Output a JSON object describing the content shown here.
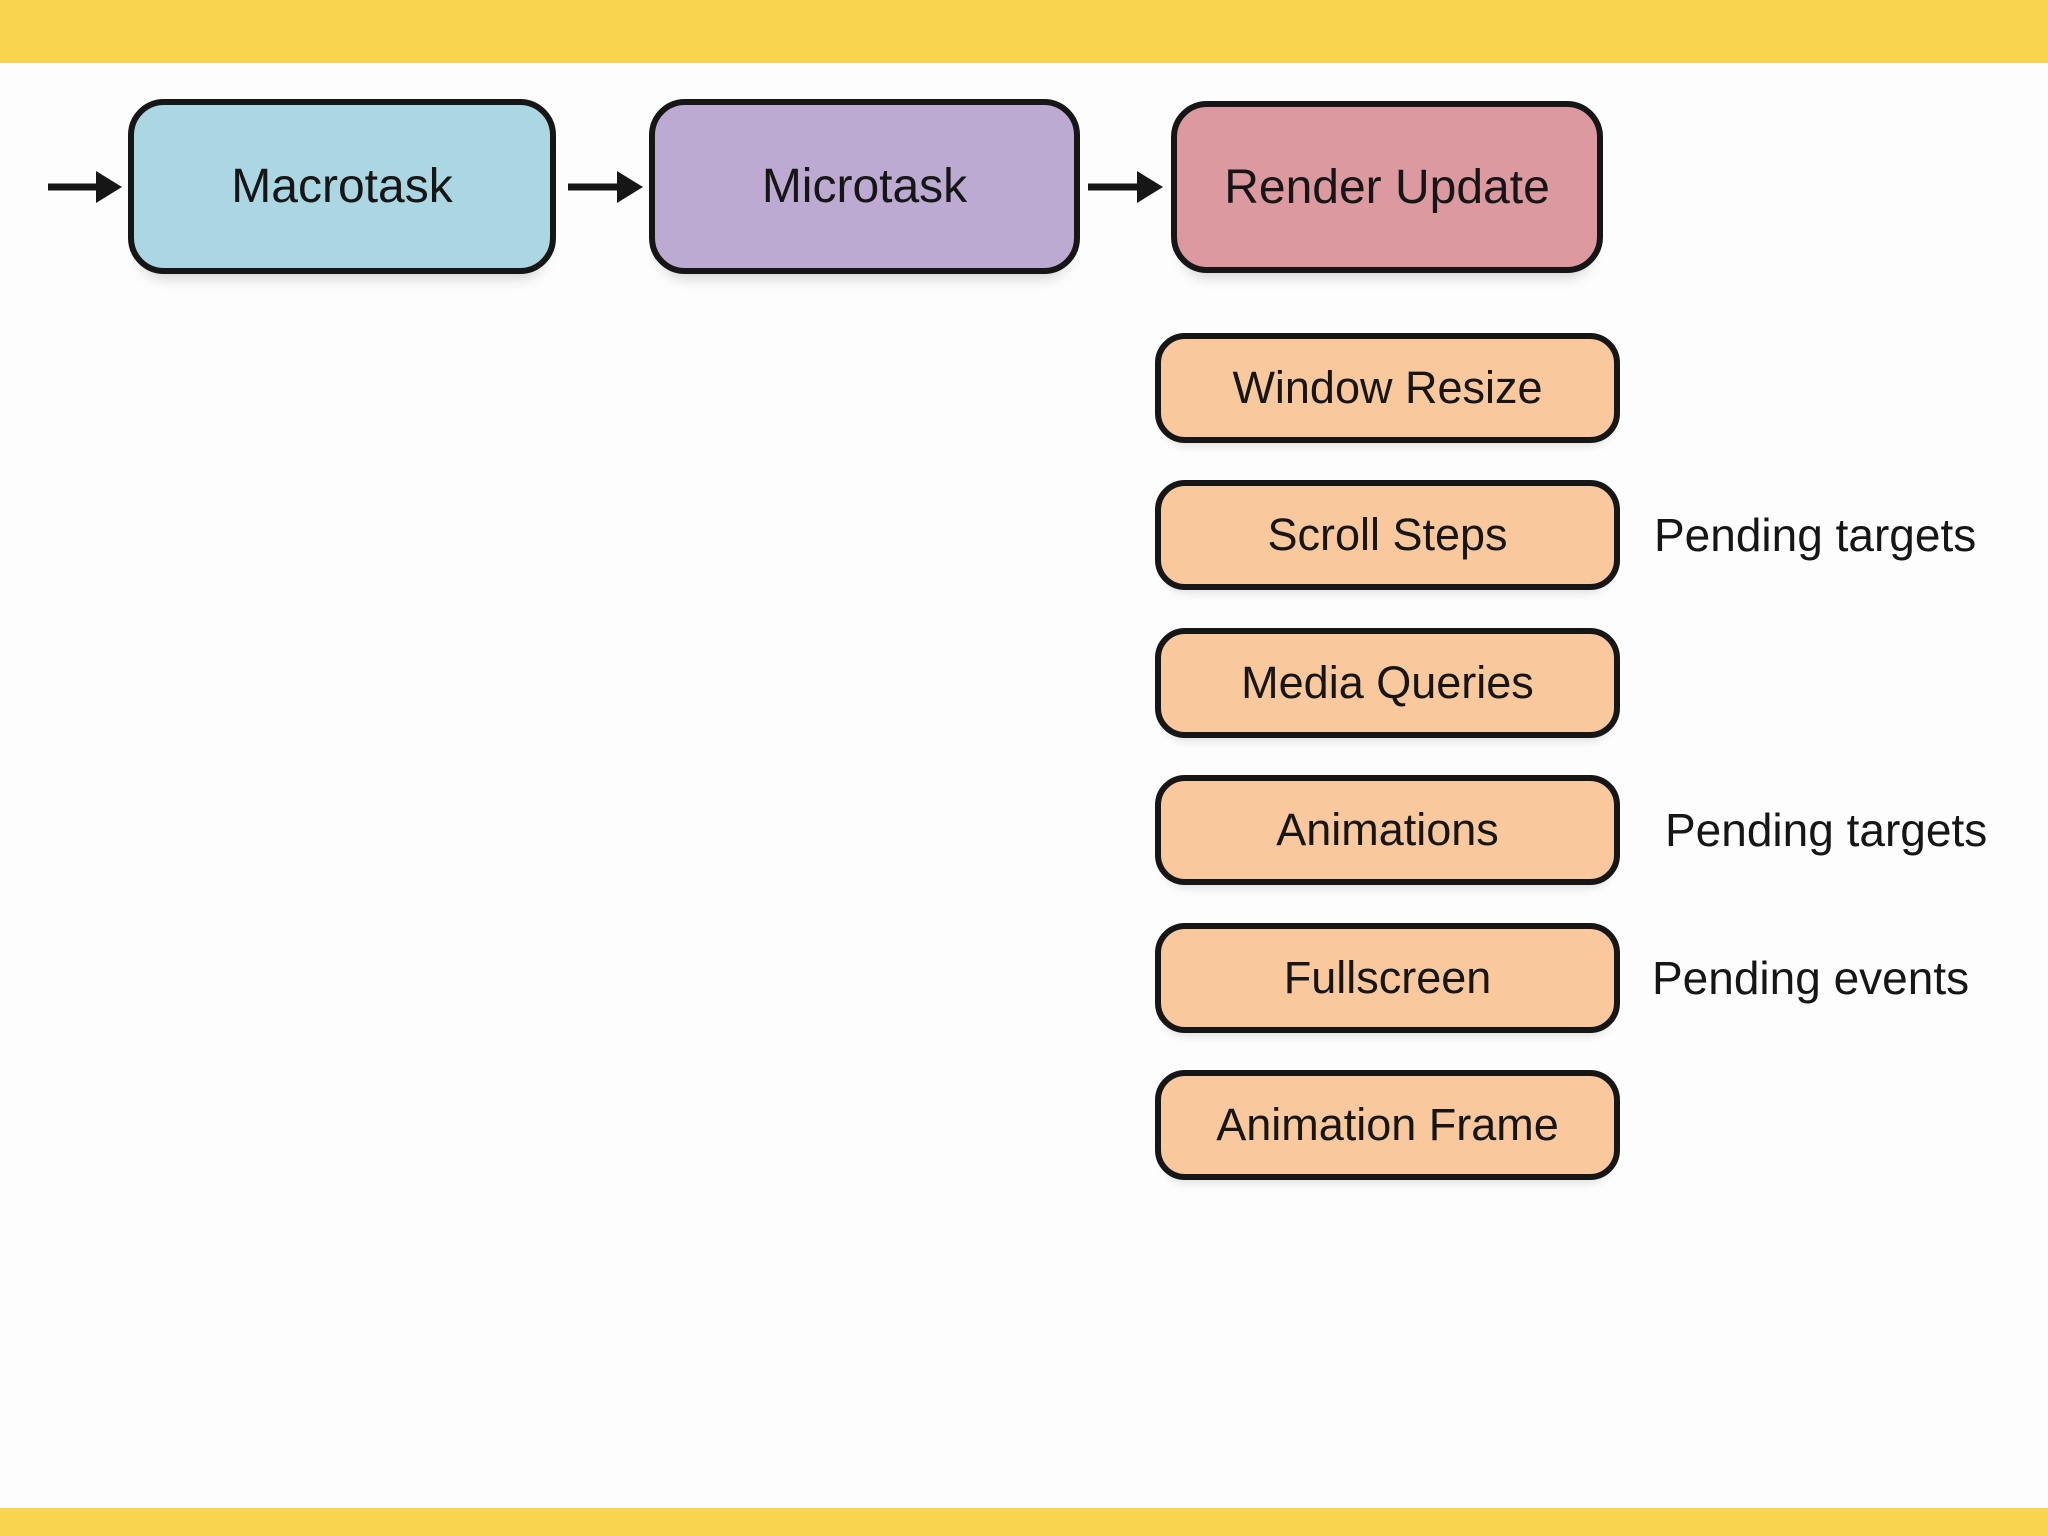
{
  "colors": {
    "background": "#FDFDFD",
    "accent_bar": "#F9D44E",
    "outline": "#161616",
    "text": "#161616",
    "macrotask_fill": "#AAD7E2",
    "microtask_fill": "#BCAAD2",
    "render_update_fill": "#DC99A0",
    "step_fill": "#F9C89C"
  },
  "flow": {
    "nodes": [
      {
        "label": "Macrotask"
      },
      {
        "label": "Microtask"
      },
      {
        "label": "Render Update"
      }
    ]
  },
  "render_steps": {
    "items": [
      {
        "label": "Window Resize",
        "note": ""
      },
      {
        "label": "Scroll Steps",
        "note": "Pending targets"
      },
      {
        "label": "Media Queries",
        "note": ""
      },
      {
        "label": "Animations",
        "note": "Pending targets"
      },
      {
        "label": "Fullscreen",
        "note": "Pending events"
      },
      {
        "label": "Animation Frame",
        "note": ""
      }
    ]
  }
}
